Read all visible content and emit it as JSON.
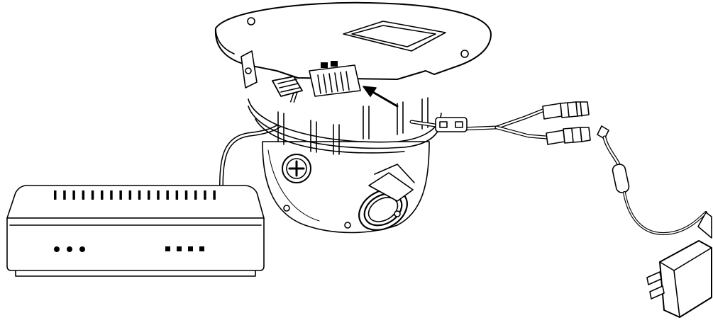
{
  "diagram": {
    "components": [
      {
        "id": "network-switch",
        "icon": "switch-icon"
      },
      {
        "id": "dome-camera",
        "icon": "camera-icon"
      },
      {
        "id": "ethernet-cable",
        "icon": "cable-icon"
      },
      {
        "id": "rj45-connector",
        "icon": "connector-icon"
      },
      {
        "id": "video-bnc-connector",
        "icon": "bnc-icon"
      },
      {
        "id": "dc-power-jack",
        "icon": "power-jack-icon"
      },
      {
        "id": "power-adapter",
        "icon": "adapter-icon"
      }
    ],
    "switch": {
      "port_count": 18,
      "indicator_dots": 3,
      "indicator_squares": 4
    },
    "colors": {
      "line": "#000000",
      "fill": "#ffffff",
      "shadow": "#d9d9d9"
    }
  }
}
